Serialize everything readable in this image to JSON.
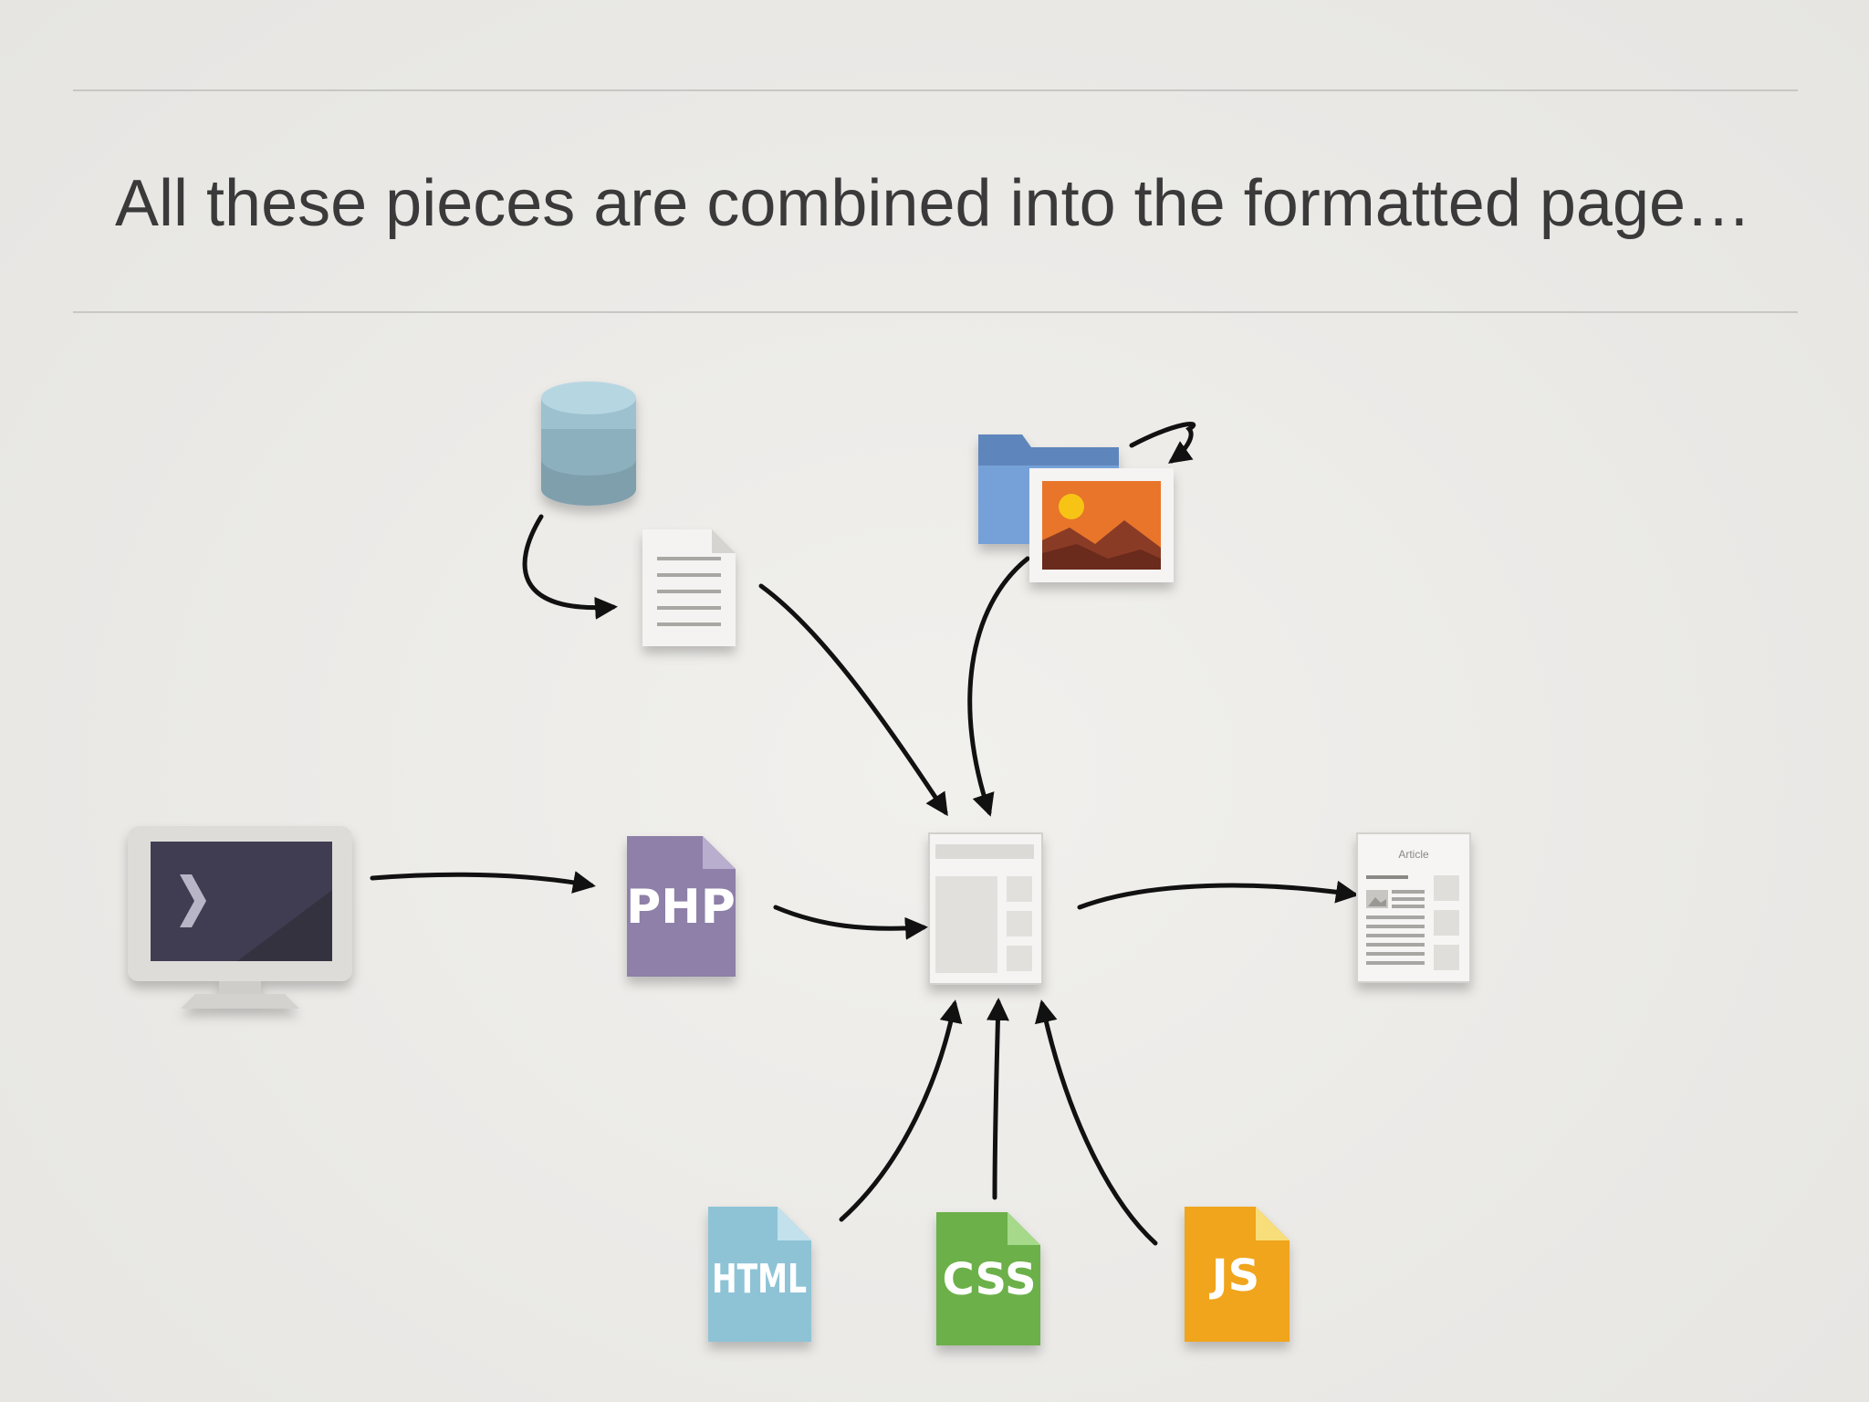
{
  "slide": {
    "title": "All these pieces are combined into the formatted page…"
  },
  "nodes": {
    "terminal": {
      "icon": "terminal-monitor-icon"
    },
    "php": {
      "icon": "php-file-icon",
      "label": "PHP",
      "color": "#8e80a8"
    },
    "database": {
      "icon": "database-icon",
      "color": "#8fb3c0"
    },
    "text_document": {
      "icon": "text-document-icon"
    },
    "image_folder": {
      "icon": "image-folder-icon",
      "folder_color": "#6f9bd3",
      "image_color": "#e8752b"
    },
    "page_layout": {
      "icon": "page-layout-icon"
    },
    "html": {
      "icon": "html-file-icon",
      "label": "HTML",
      "color": "#8ec3d6"
    },
    "css": {
      "icon": "css-file-icon",
      "label": "CSS",
      "color": "#6cb04a"
    },
    "js": {
      "icon": "js-file-icon",
      "label": "JS",
      "color": "#f0a51c"
    },
    "article": {
      "icon": "article-page-icon",
      "label": "Article"
    }
  }
}
